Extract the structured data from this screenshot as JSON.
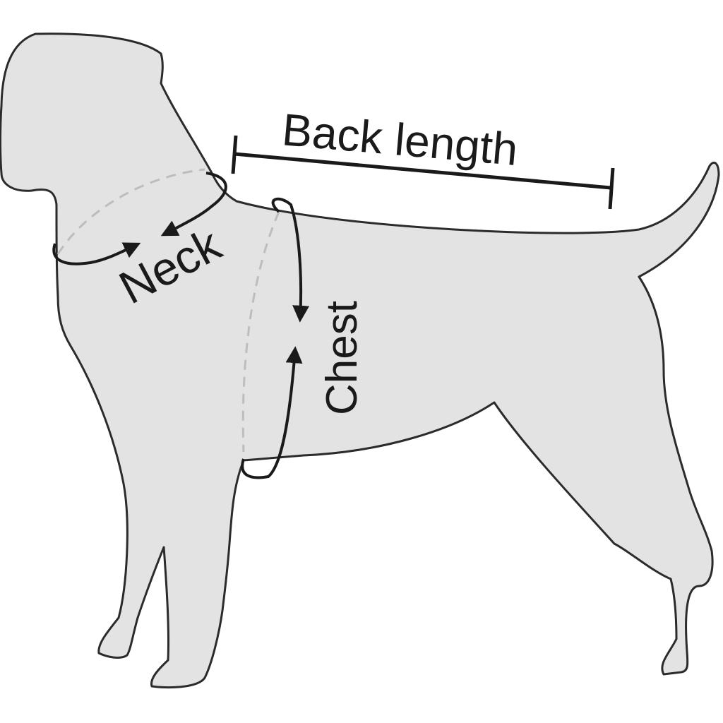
{
  "labels": {
    "back_length": "Back length",
    "neck": "Neck",
    "chest": "Chest"
  },
  "colors": {
    "background": "#ffffff",
    "body_fill": "#e3e3e3",
    "outline": "#2b2b2b",
    "guide_dash": "#bdbdbd",
    "annotation": "#1a1a1a"
  }
}
